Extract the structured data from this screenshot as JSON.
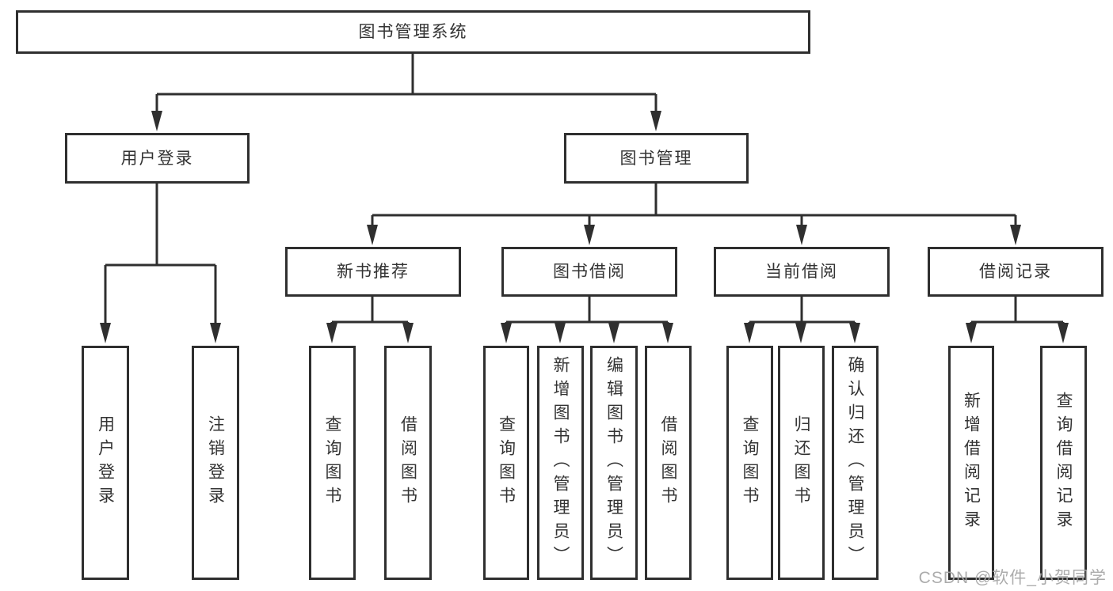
{
  "nodes": {
    "root": {
      "label": "图书管理系统"
    },
    "userLogin": {
      "label": "用户登录"
    },
    "bookMgmt": {
      "label": "图书管理"
    },
    "newBookRec": {
      "label": "新书推荐"
    },
    "bookBorrow": {
      "label": "图书借阅"
    },
    "currentBorrow": {
      "label": "当前借阅"
    },
    "borrowRecords": {
      "label": "借阅记录"
    },
    "leafUserLogin": {
      "label": "用户登录"
    },
    "leafLogout": {
      "label": "注销登录"
    },
    "recQueryBooks": {
      "label": "查询图书"
    },
    "recBorrowBooks": {
      "label": "借阅图书"
    },
    "bbQueryBooks": {
      "label": "查询图书"
    },
    "bbAddBooks": {
      "label": "新增图书（管理员）"
    },
    "bbEditBooks": {
      "label": "编辑图书（管理员）"
    },
    "bbBorrowBooks": {
      "label": "借阅图书"
    },
    "cbQueryBooks": {
      "label": "查询图书"
    },
    "cbReturnBooks": {
      "label": "归还图书"
    },
    "cbConfirmReturn": {
      "label": "确认归还（管理员）"
    },
    "brAddRecord": {
      "label": "新增借阅记录"
    },
    "brQueryRecord": {
      "label": "查询借阅记录"
    }
  },
  "watermark": {
    "text": "CSDN @软件_小贺同学"
  },
  "colors": {
    "line": "#2f2f2f",
    "text": "#333333",
    "box_background": "#ffffff",
    "watermark": "#a8a8a8"
  }
}
